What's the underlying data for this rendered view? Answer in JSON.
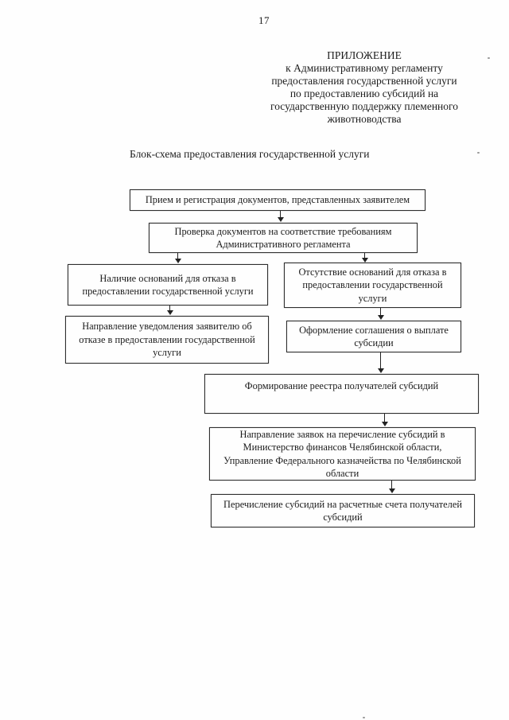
{
  "page": {
    "number": "17"
  },
  "header": {
    "appendix": "ПРИЛОЖЕНИЕ\nк Административному регламенту\nпредоставления государственной услуги\nпо предоставлению субсидий на\nгосударственную поддержку племенного\nживотноводства"
  },
  "diagram": {
    "title": "Блок-схема предоставления государственной услуги",
    "nodes": {
      "reception": "Прием и регистрация документов, представленных заявителем",
      "check": "Проверка документов на соответствие требованиям\nАдминистративного регламента",
      "grounds_present": "Наличие оснований для отказа в\nпредоставлении государственной услуги",
      "grounds_absent": "Отсутствие оснований для отказа в\nпредоставлении государственной\nуслуги",
      "refusal_notice": "Направление уведомления заявителю об\nотказе в предоставлении государственной\nуслуги",
      "agreement": "Оформление соглашения о выплате\nсубсидии",
      "registry": "Формирование реестра получателей субсидий",
      "requests": "Направление заявок на перечисление субсидий в\nМинистерство финансов Челябинской области,\nУправление Федерального казначейства по Челябинской\nобласти",
      "transfer": "Перечисление субсидий на расчетные счета получателей\nсубсидий"
    }
  }
}
